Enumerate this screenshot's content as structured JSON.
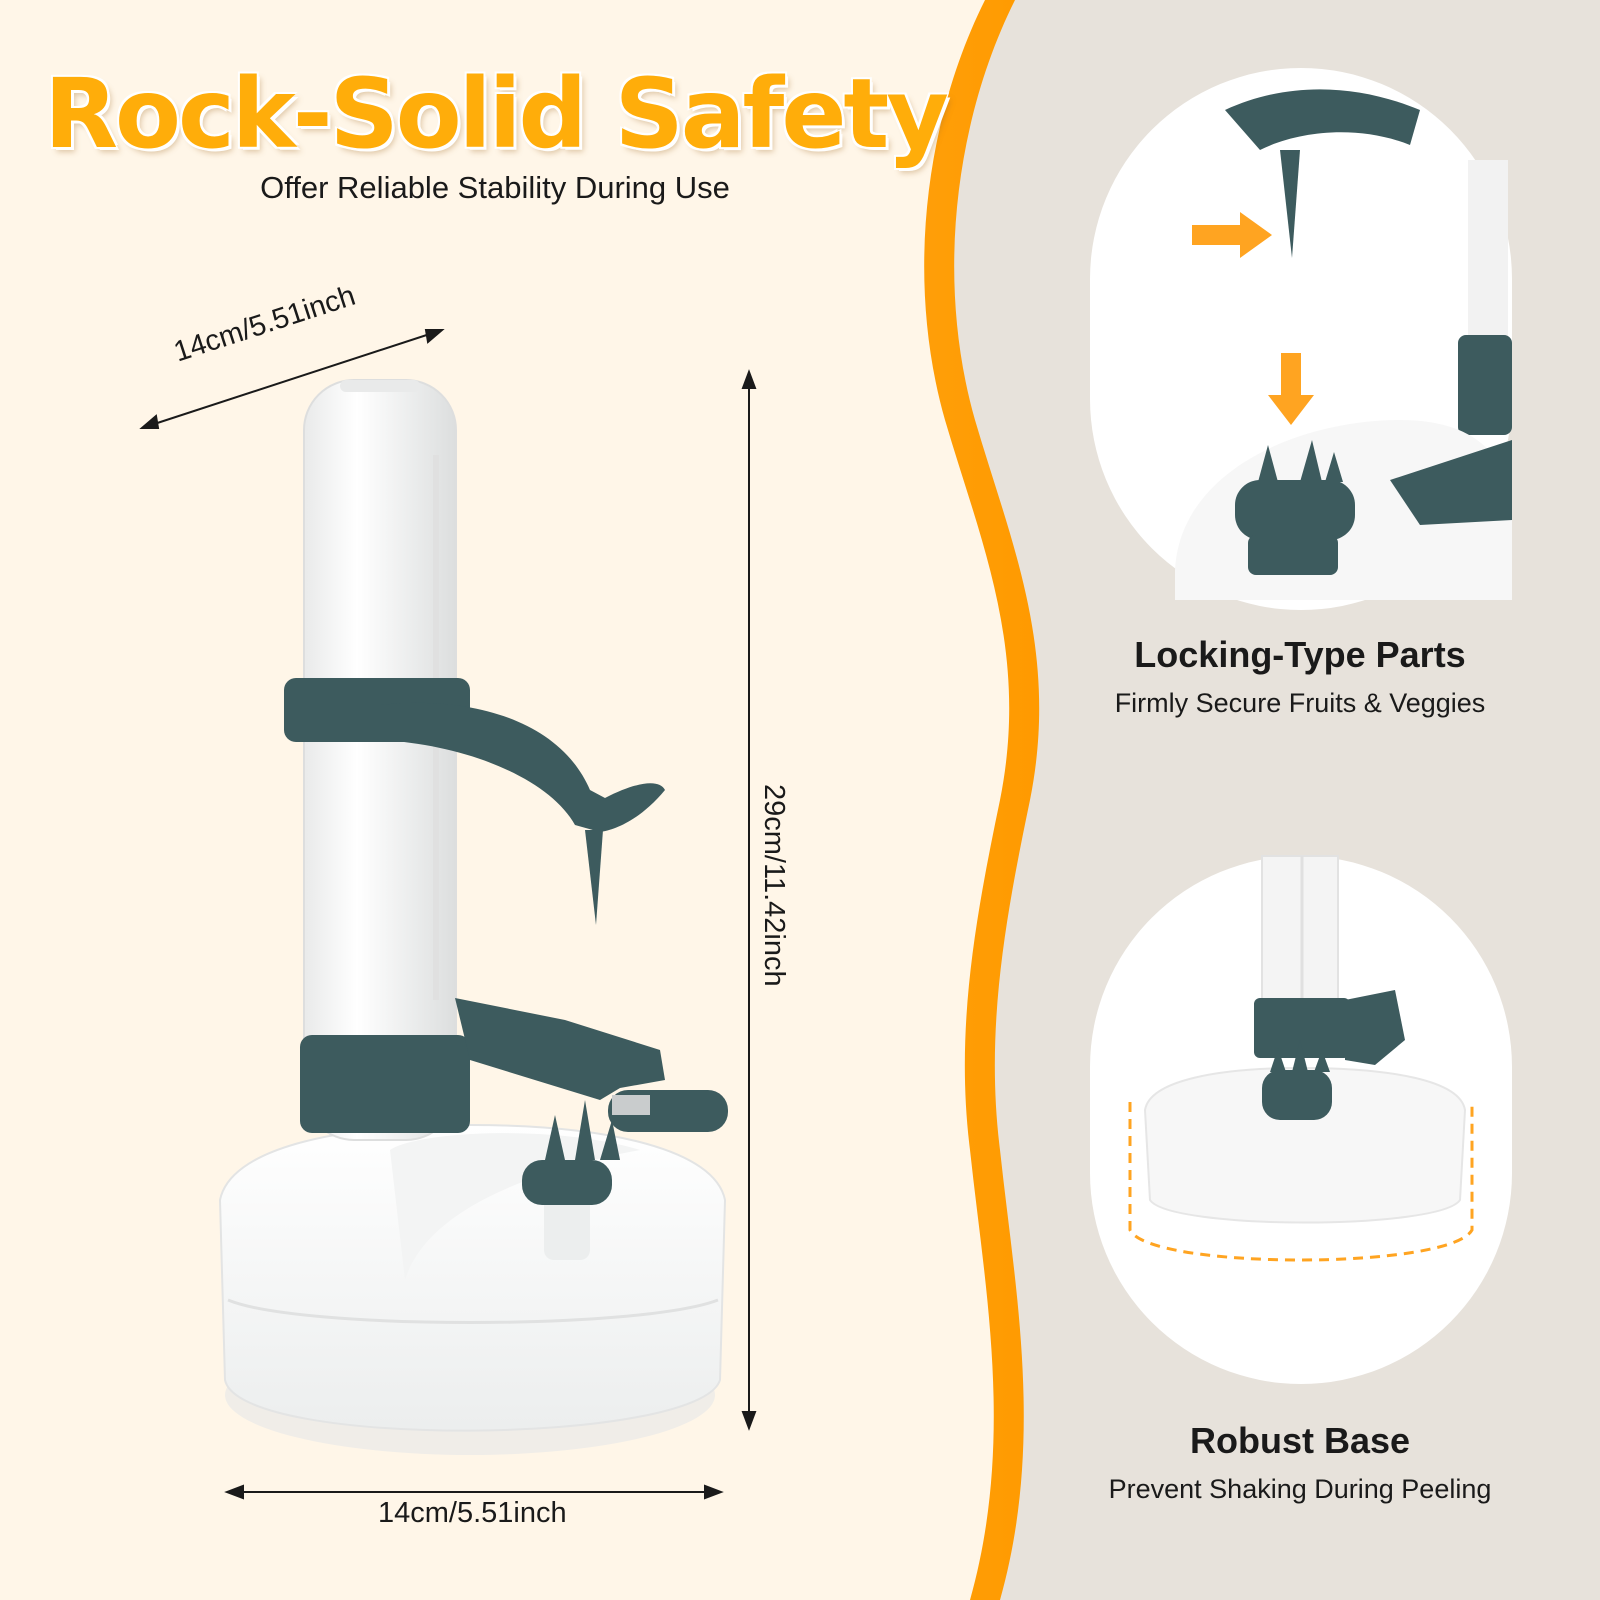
{
  "headline": {
    "title": "Rock-Solid Safety",
    "subtitle": "Offer Reliable Stability During Use"
  },
  "dimensions": {
    "depth": "14cm/5.51inch",
    "height": "29cm/11.42inch",
    "width": "14cm/5.51inch"
  },
  "features": [
    {
      "title": "Locking-Type Parts",
      "subtitle": "Firmly Secure Fruits & Veggies"
    },
    {
      "title": "Robust Base",
      "subtitle": "Prevent Shaking During Peeling"
    }
  ],
  "colors": {
    "accent_orange": "#ffad0a",
    "cream_panel": "#fff6e8",
    "grey_panel": "#e7e2db",
    "product_white": "#ffffff",
    "product_teal": "#3d5b5e"
  }
}
